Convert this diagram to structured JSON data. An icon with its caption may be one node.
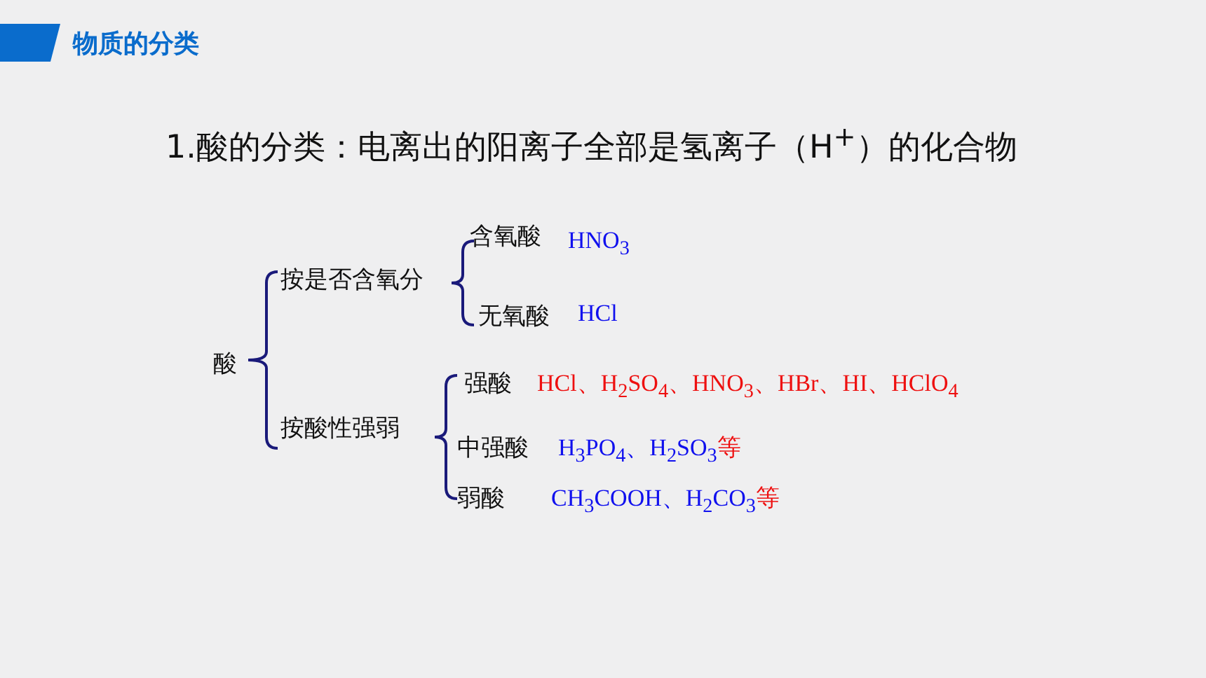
{
  "diagram": {
    "title": "物质的分类",
    "labels": [
      "1.酸的分类：电离出的阳离子全部是氢离子（H$^{+}$）的化合物",
      "含氧酸",
      "HNO$_{3}$",
      "按是否含氧分",
      "无氧酸",
      "HCl",
      "酸",
      "强酸",
      "HCl、H$_{2}$SO$_{4}$、HNO$_{3}$、HBr、HI、HClO$_{4}$",
      "按酸性强弱",
      "中强酸",
      "H$_{3}$PO$_{4}$、H$_{2}$SO$_{3}$",
      "等",
      "弱酸",
      "CH$_{3}$COOH、H$_{2}$CO$_{3}$",
      "等"
    ]
  }
}
